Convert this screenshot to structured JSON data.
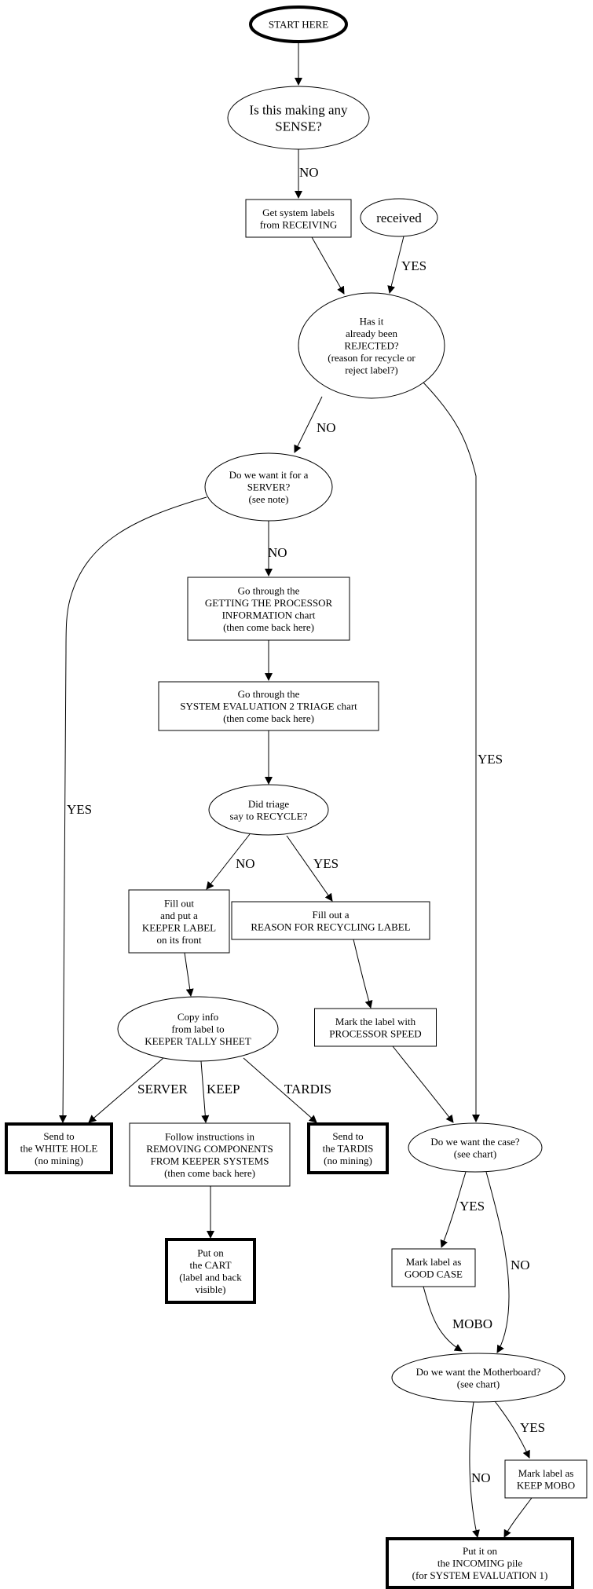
{
  "diagram": {
    "type": "flowchart",
    "nodes": [
      {
        "id": "start",
        "shape": "ellipse",
        "bold": true,
        "size": "normal",
        "lines": [
          "START HERE"
        ]
      },
      {
        "id": "sense",
        "shape": "ellipse",
        "bold": false,
        "size": "big",
        "lines": [
          "Is this making any",
          "SENSE?"
        ]
      },
      {
        "id": "getlabels",
        "shape": "box",
        "bold": false,
        "size": "normal",
        "lines": [
          "Get system labels",
          "from RECEIVING"
        ]
      },
      {
        "id": "received",
        "shape": "ellipse",
        "bold": false,
        "size": "big",
        "lines": [
          "received"
        ]
      },
      {
        "id": "rejected",
        "shape": "ellipse",
        "bold": false,
        "size": "normal",
        "lines": [
          "Has it",
          "already been",
          "REJECTED?",
          "(reason for recycle or",
          "reject label?)"
        ]
      },
      {
        "id": "server",
        "shape": "ellipse",
        "bold": false,
        "size": "normal",
        "lines": [
          "Do we want it for a",
          "SERVER?",
          "(see note)"
        ]
      },
      {
        "id": "procinfo",
        "shape": "box",
        "bold": false,
        "size": "normal",
        "lines": [
          "Go through the",
          "GETTING THE PROCESSOR",
          "INFORMATION chart",
          "(then come back here)"
        ]
      },
      {
        "id": "triage",
        "shape": "box",
        "bold": false,
        "size": "normal",
        "lines": [
          "Go through the",
          "SYSTEM EVALUATION 2 TRIAGE chart",
          "(then come back here)"
        ]
      },
      {
        "id": "recycle",
        "shape": "ellipse",
        "bold": false,
        "size": "normal",
        "lines": [
          "Did triage",
          "say to RECYCLE?"
        ]
      },
      {
        "id": "keeperlabel",
        "shape": "box",
        "bold": false,
        "size": "normal",
        "lines": [
          "Fill out",
          "and put a",
          "KEEPER LABEL",
          "on its front"
        ]
      },
      {
        "id": "reasonlabel",
        "shape": "box",
        "bold": false,
        "size": "normal",
        "lines": [
          "Fill out a",
          "REASON FOR RECYCLING LABEL"
        ]
      },
      {
        "id": "copyinfo",
        "shape": "ellipse",
        "bold": false,
        "size": "normal",
        "lines": [
          "Copy info",
          "from label to",
          "KEEPER TALLY SHEET"
        ]
      },
      {
        "id": "procspeed",
        "shape": "box",
        "bold": false,
        "size": "normal",
        "lines": [
          "Mark the label with",
          "PROCESSOR SPEED"
        ]
      },
      {
        "id": "whitehole",
        "shape": "box",
        "bold": true,
        "size": "normal",
        "lines": [
          "Send to",
          "the WHITE HOLE",
          "(no mining)"
        ]
      },
      {
        "id": "removing",
        "shape": "box",
        "bold": false,
        "size": "normal",
        "lines": [
          "Follow instructions in",
          "REMOVING COMPONENTS",
          "FROM KEEPER SYSTEMS",
          "(then come back here)"
        ]
      },
      {
        "id": "tardis",
        "shape": "box",
        "bold": true,
        "size": "normal",
        "lines": [
          "Send to",
          "the TARDIS",
          "(no mining)"
        ]
      },
      {
        "id": "case",
        "shape": "ellipse",
        "bold": false,
        "size": "normal",
        "lines": [
          "Do we want the case?",
          "(see chart)"
        ]
      },
      {
        "id": "cart",
        "shape": "box",
        "bold": true,
        "size": "normal",
        "lines": [
          "Put on",
          "the CART",
          "(label and back",
          "visible)"
        ]
      },
      {
        "id": "goodcase",
        "shape": "box",
        "bold": false,
        "size": "normal",
        "lines": [
          "Mark label as",
          "GOOD CASE"
        ]
      },
      {
        "id": "mobo",
        "shape": "ellipse",
        "bold": false,
        "size": "normal",
        "lines": [
          "Do we want the Motherboard?",
          "(see chart)"
        ]
      },
      {
        "id": "keepmobo",
        "shape": "box",
        "bold": false,
        "size": "normal",
        "lines": [
          "Mark label as",
          "KEEP MOBO"
        ]
      },
      {
        "id": "incoming",
        "shape": "box",
        "bold": true,
        "size": "normal",
        "lines": [
          "Put it on",
          "the INCOMING pile",
          "(for SYSTEM EVALUATION 1)"
        ]
      }
    ],
    "edges": [
      {
        "from": "start",
        "to": "sense",
        "label": ""
      },
      {
        "from": "sense",
        "to": "getlabels",
        "label": "NO"
      },
      {
        "from": "getlabels",
        "to": "rejected",
        "label": ""
      },
      {
        "from": "received",
        "to": "rejected",
        "label": "YES"
      },
      {
        "from": "rejected",
        "to": "server",
        "label": "NO"
      },
      {
        "from": "rejected",
        "to": "case",
        "label": "YES"
      },
      {
        "from": "server",
        "to": "procinfo",
        "label": "NO"
      },
      {
        "from": "server",
        "to": "whitehole",
        "label": "YES"
      },
      {
        "from": "procinfo",
        "to": "triage",
        "label": ""
      },
      {
        "from": "triage",
        "to": "recycle",
        "label": ""
      },
      {
        "from": "recycle",
        "to": "keeperlabel",
        "label": "NO"
      },
      {
        "from": "recycle",
        "to": "reasonlabel",
        "label": "YES"
      },
      {
        "from": "keeperlabel",
        "to": "copyinfo",
        "label": ""
      },
      {
        "from": "reasonlabel",
        "to": "procspeed",
        "label": ""
      },
      {
        "from": "copyinfo",
        "to": "whitehole",
        "label": "SERVER"
      },
      {
        "from": "copyinfo",
        "to": "removing",
        "label": "KEEP"
      },
      {
        "from": "copyinfo",
        "to": "tardis",
        "label": "TARDIS"
      },
      {
        "from": "procspeed",
        "to": "case",
        "label": ""
      },
      {
        "from": "removing",
        "to": "cart",
        "label": ""
      },
      {
        "from": "case",
        "to": "goodcase",
        "label": "YES"
      },
      {
        "from": "case",
        "to": "mobo",
        "label": "NO"
      },
      {
        "from": "goodcase",
        "to": "mobo",
        "label": "MOBO"
      },
      {
        "from": "mobo",
        "to": "incoming",
        "label": "NO"
      },
      {
        "from": "mobo",
        "to": "keepmobo",
        "label": "YES"
      },
      {
        "from": "keepmobo",
        "to": "incoming",
        "label": ""
      }
    ]
  }
}
